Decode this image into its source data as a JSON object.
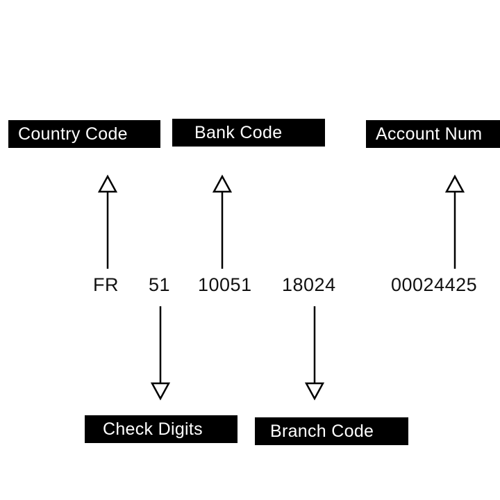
{
  "labels": {
    "country_code": "Country Code",
    "bank_code": "Bank Code",
    "account_number": "Account Num",
    "check_digits": "Check Digits",
    "branch_code": "Branch Code"
  },
  "iban_parts": {
    "country": "FR",
    "check": "51",
    "bank": "10051",
    "branch": "18024",
    "account": "00024425"
  },
  "colors": {
    "label_background": "#000000",
    "label_text": "#ffffff",
    "line": "#000000"
  }
}
